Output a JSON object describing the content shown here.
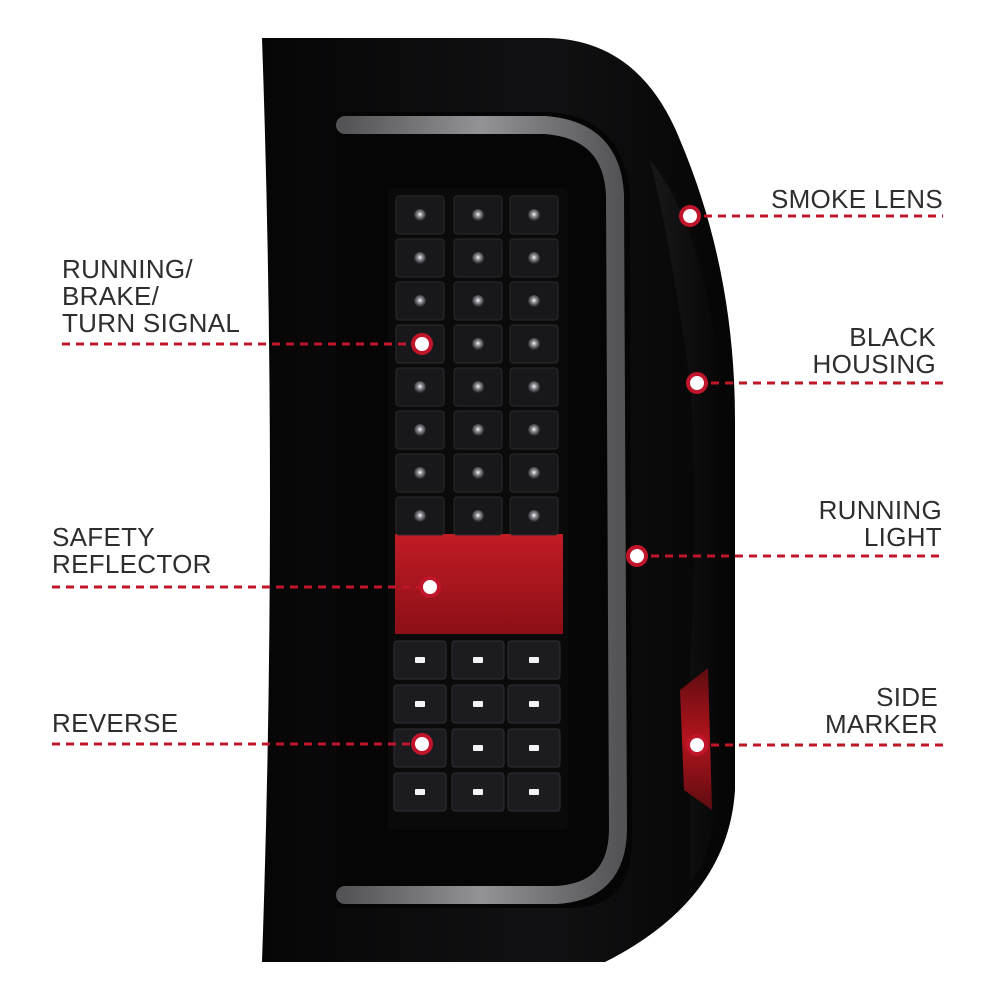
{
  "callouts": [
    {
      "id": "smoke-lens",
      "side": "right",
      "lines": [
        "SMOKE LENS"
      ]
    },
    {
      "id": "running-brake-turn",
      "side": "left",
      "lines": [
        "RUNNING/",
        "BRAKE/",
        "TURN SIGNAL"
      ]
    },
    {
      "id": "black-housing",
      "side": "right",
      "lines": [
        "BLACK",
        "HOUSING"
      ]
    },
    {
      "id": "safety-reflector",
      "side": "left",
      "lines": [
        "SAFETY",
        "REFLECTOR"
      ]
    },
    {
      "id": "running-light",
      "side": "right",
      "lines": [
        "RUNNING",
        "LIGHT"
      ]
    },
    {
      "id": "reverse",
      "side": "left",
      "lines": [
        "REVERSE"
      ]
    },
    {
      "id": "side-marker",
      "side": "right",
      "lines": [
        "SIDE",
        "MARKER"
      ]
    }
  ],
  "colors": {
    "leader_line": "#c0152a",
    "marker_ring": "#c0152a",
    "housing": "#0b0b0c",
    "reflector": "#a8121c",
    "light_bar": "#8f8f93",
    "text": "#2e2e2e"
  }
}
